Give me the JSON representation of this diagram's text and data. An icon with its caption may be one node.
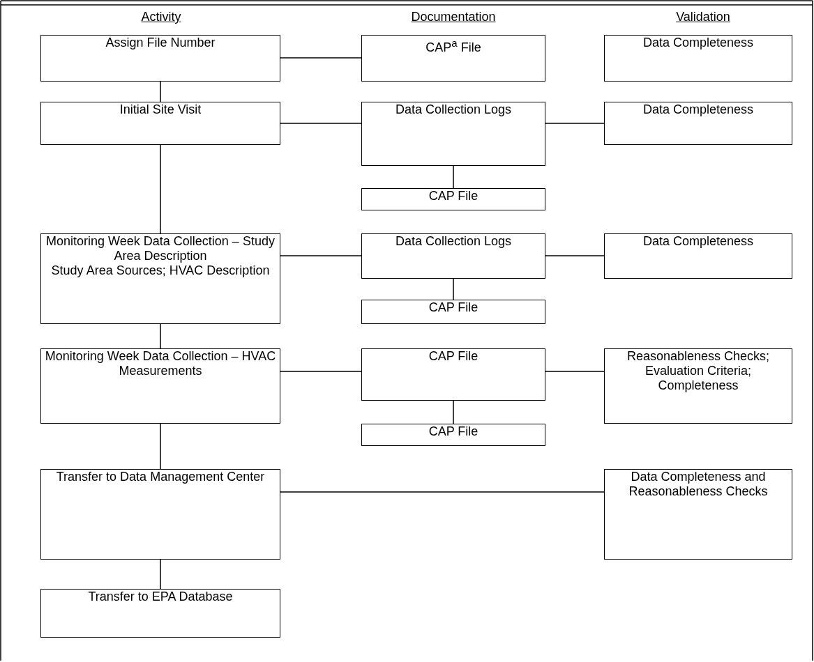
{
  "diagram": {
    "nodes": [
      {
        "text": [
          "Assign File Number"
        ]
      },
      {
        "text": [
          "CAP$^{a}$ File"
        ]
      },
      {
        "text": [
          "Data Completeness"
        ]
      },
      {
        "text": [
          "Initial Site Visit"
        ]
      },
      {
        "text": [
          "Data Collection Logs"
        ]
      },
      {
        "text": [
          "Data Completeness"
        ]
      },
      {
        "text": [
          "CAP File"
        ]
      },
      {
        "text": [
          "Monitoring Week Data Collection – Study Area Description",
          "Study Area Sources; HVAC Description"
        ]
      },
      {
        "text": [
          "Data Collection Logs"
        ]
      },
      {
        "text": [
          "Data Completeness"
        ]
      },
      {
        "text": [
          "CAP File"
        ]
      },
      {
        "text": [
          "Monitoring Week Data Collection – HVAC Measurements"
        ]
      },
      {
        "text": [
          "CAP File"
        ]
      },
      {
        "text": [
          "Reasonableness Checks; Evaluation Criteria; Completeness"
        ]
      },
      {
        "text": [
          "CAP File"
        ]
      },
      {
        "text": [
          "Transfer to Data Management Center"
        ]
      },
      {
        "text": [
          "Data Completeness and Reasonableness Checks"
        ]
      },
      {
        "text": [
          "Transfer to EPA Database"
        ]
      }
    ],
    "edges": [
      {
        "from": 0,
        "to": 1,
        "arrow": "none"
      },
      {
        "from": 0,
        "to": 3,
        "arrow": "none"
      },
      {
        "from": 3,
        "to": 4,
        "arrow": "none"
      },
      {
        "from": 4,
        "to": 5,
        "arrow": "none"
      },
      {
        "from": 4,
        "to": 6,
        "arrow": "none"
      },
      {
        "from": 3,
        "to": 7,
        "arrow": "none"
      },
      {
        "from": 7,
        "to": 8,
        "arrow": "none"
      },
      {
        "from": 8,
        "to": 9,
        "arrow": "none"
      },
      {
        "from": 8,
        "to": 10,
        "arrow": "none"
      },
      {
        "from": 7,
        "to": 11,
        "arrow": "none"
      },
      {
        "from": 11,
        "to": 12,
        "arrow": "none"
      },
      {
        "from": 12,
        "to": 13,
        "arrow": "none"
      },
      {
        "from": 12,
        "to": 14,
        "arrow": "none"
      },
      {
        "from": 11,
        "to": 15,
        "arrow": "none"
      },
      {
        "from": 15,
        "to": 16,
        "arrow": "none"
      },
      {
        "from": 15,
        "to": 17,
        "arrow": "none"
      }
    ],
    "labels": [
      "Activity",
      "Documentation",
      "Validation"
    ]
  }
}
